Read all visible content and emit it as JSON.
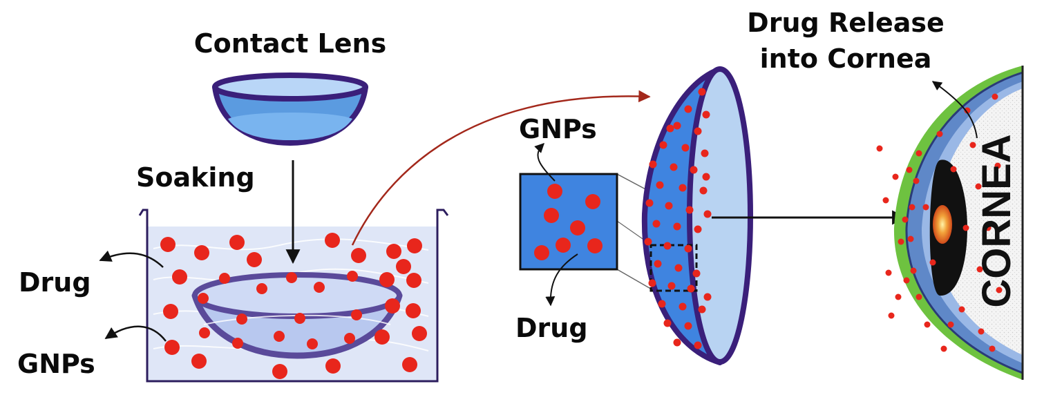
{
  "labels": {
    "contact_lens": "Contact Lens",
    "soaking": "Soaking",
    "drug_left": "Drug",
    "gnps_left": "GNPs",
    "gnps_mid": "GNPs",
    "drug_mid": "Drug",
    "release_line1": "Drug Release",
    "release_line2": "into Cornea",
    "cornea": "CORNEA"
  },
  "colors": {
    "particle": "#e8261c",
    "solution": "#dfe6f7",
    "lens_fill": "#5b9be0",
    "lens_outline": "#3a1f7a",
    "tissue_green": "#6ec240",
    "arrow_red": "#a3281b"
  }
}
